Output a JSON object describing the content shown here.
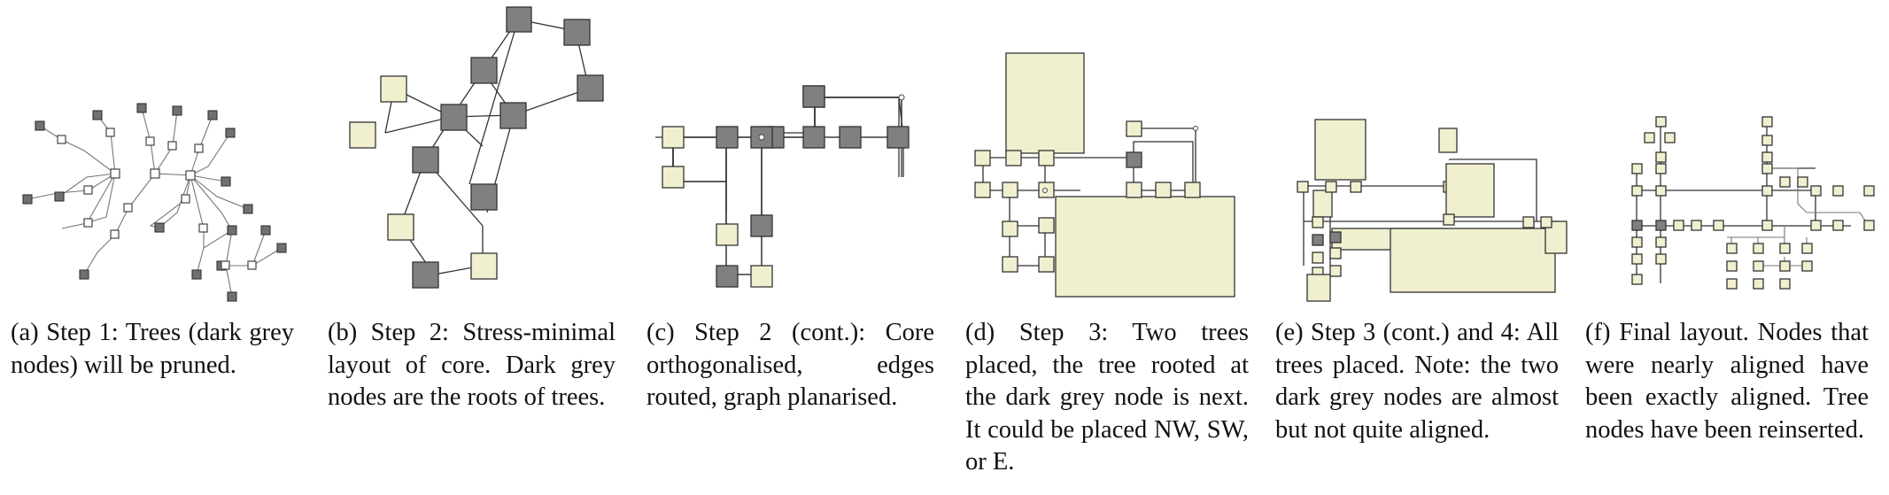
{
  "figure": {
    "panels": [
      {
        "id": "a",
        "caption": "(a) Step 1: Trees (dark grey nodes) will be pruned."
      },
      {
        "id": "b",
        "caption": "(b) Step 2: Stress-minimal layout of core. Dark grey nodes are the roots of trees."
      },
      {
        "id": "c",
        "caption": "(c) Step 2 (cont.): Core orthogonalised, edges routed, graph planarised."
      },
      {
        "id": "d",
        "caption": "(d) Step 3: Two trees placed, the tree rooted at the dark grey node is next. It could be placed NW, SW, or E."
      },
      {
        "id": "e",
        "caption": "(e) Step 3 (cont.) and 4: All trees placed. Note: the two dark grey nodes are almost but not quite aligned."
      },
      {
        "id": "f",
        "caption": "(f) Final layout. Nodes that were nearly aligned have been exactly aligned. Tree nodes have been reinserted."
      }
    ],
    "colors": {
      "light_node": "#f0efcf",
      "dark_node": "#808080",
      "edge": "#333333"
    }
  }
}
